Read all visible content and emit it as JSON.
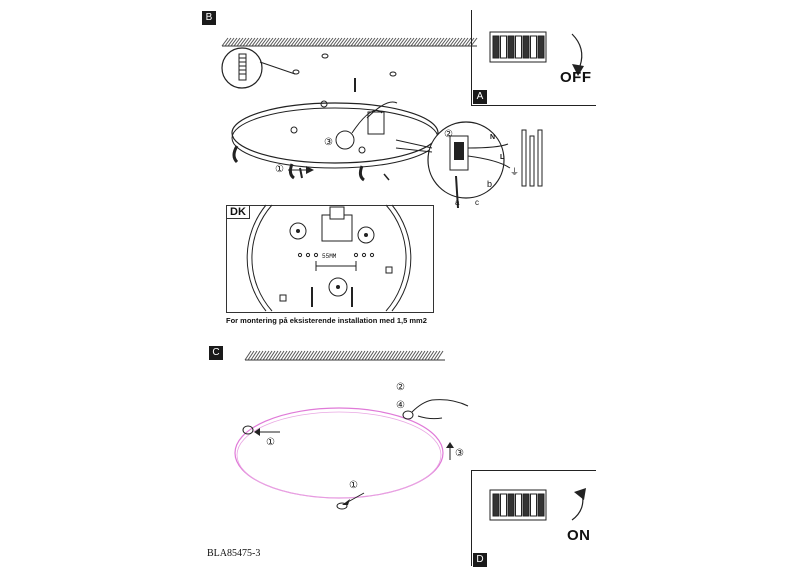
{
  "sections": {
    "b_tag": "B",
    "c_tag": "C"
  },
  "panels": {
    "a_tag": "A",
    "a_label": "OFF",
    "d_tag": "D",
    "d_label": "ON"
  },
  "dk": {
    "label": "DK",
    "dimension": "55MM",
    "caption": "For montering på  eksisterende installation med 1,5 mm2"
  },
  "callouts": {
    "one": "①",
    "two": "②",
    "three": "③",
    "four": "④",
    "n": "N",
    "l": "L",
    "b": "b",
    "a": "a",
    "c": "c",
    "ground": "⏚"
  },
  "footer": {
    "code": "BLA85475-3"
  },
  "colors": {
    "glass_outline": "#e07ad8",
    "ink": "#1a1a1a"
  }
}
